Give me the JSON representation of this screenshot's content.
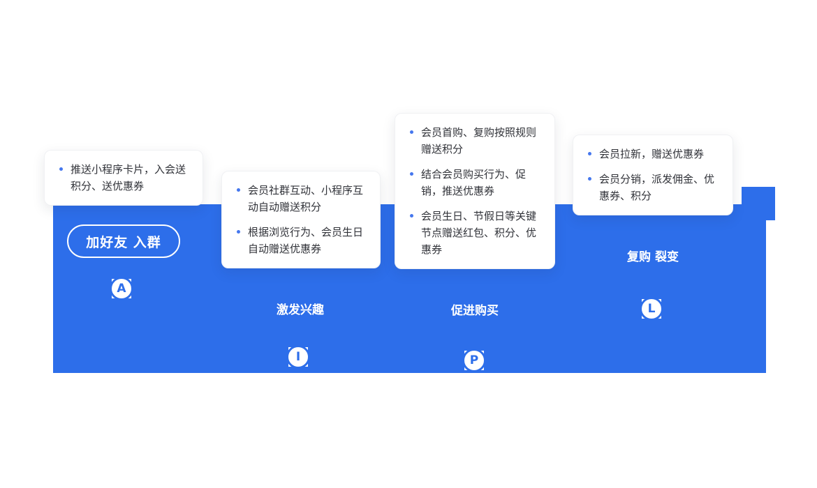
{
  "palette": {
    "band_blue": "#2d6eea",
    "bullet_dot_blue": "#4577ee",
    "card_text_dark": "#303238",
    "card_bg": "#ffffff",
    "stage_text_white": "#ffffff"
  },
  "stages": [
    {
      "letter": "A",
      "label": "加好友 入群",
      "card_bullets": [
        "推送小程序卡片，入会送积分、送优惠券"
      ]
    },
    {
      "letter": "I",
      "label": "激发兴趣",
      "card_bullets": [
        "会员社群互动、小程序互动自动赠送积分",
        "根据浏览行为、会员生日自动赠送优惠券"
      ]
    },
    {
      "letter": "P",
      "label": "促进购买",
      "card_bullets": [
        "会员首购、复购按照规则赠送积分",
        "结合会员购买行为、促销，推送优惠券",
        "会员生日、节假日等关键节点赠送红包、积分、优惠券"
      ]
    },
    {
      "letter": "L",
      "label": "复购 裂变",
      "card_bullets": [
        "会员拉新，赠送优惠券",
        "会员分销，派发佣金、优惠券、积分"
      ]
    }
  ]
}
